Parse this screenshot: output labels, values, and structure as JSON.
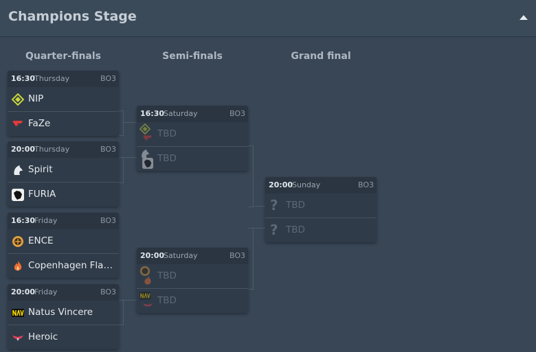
{
  "header": {
    "title": "Champions Stage"
  },
  "rounds": {
    "quarter": "Quarter-finals",
    "semi": "Semi-finals",
    "final": "Grand final"
  },
  "matches": {
    "qf1": {
      "time": "16:30",
      "day": "Thursday",
      "format": "BO3",
      "team1": "NIP",
      "team2": "FaZe"
    },
    "qf2": {
      "time": "20:00",
      "day": "Thursday",
      "format": "BO3",
      "team1": "Spirit",
      "team2": "FURIA"
    },
    "qf3": {
      "time": "16:30",
      "day": "Friday",
      "format": "BO3",
      "team1": "ENCE",
      "team2": "Copenhagen Flames"
    },
    "qf4": {
      "time": "20:00",
      "day": "Friday",
      "format": "BO3",
      "team1": "Natus Vincere",
      "team2": "Heroic"
    },
    "sf1": {
      "time": "16:30",
      "day": "Saturday",
      "format": "BO3",
      "team1": "TBD",
      "team2": "TBD"
    },
    "sf2": {
      "time": "20:00",
      "day": "Saturday",
      "format": "BO3",
      "team1": "TBD",
      "team2": "TBD"
    },
    "gf": {
      "time": "20:00",
      "day": "Sunday",
      "format": "BO3",
      "team1": "TBD",
      "team2": "TBD",
      "placeholder_glyph": "?"
    }
  },
  "icons": {
    "collapse": "chevron-up-icon",
    "nip": "nip-logo-icon",
    "faze": "faze-logo-icon",
    "spirit": "spirit-logo-icon",
    "furia": "furia-logo-icon",
    "ence": "ence-logo-icon",
    "copenhagen": "copenhagen-flames-logo-icon",
    "navi": "navi-logo-icon",
    "heroic": "heroic-logo-icon"
  },
  "colors": {
    "background": "#384656",
    "card": "#2f3b48",
    "accent_nip": "#c8d63a",
    "accent_faze": "#e23a3a",
    "accent_ence": "#e0a040",
    "accent_copenhagen": "#f07030",
    "accent_navi": "#f5d800",
    "accent_heroic": "#e0405a"
  }
}
